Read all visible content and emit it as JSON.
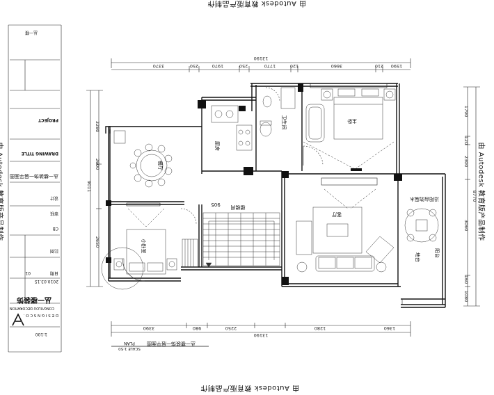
{
  "watermark": {
    "top": "由 Autodesk 教育版产品制作",
    "bottom": "由 Autodesk 教育版产品制作",
    "left": "由 Autodesk 教育版产品制作",
    "right": "由 Autodesk 教育版产品制作"
  },
  "title_block": {
    "project_label": "PROJECT",
    "drawing_title_label": "DRAWING TITLE",
    "drawing_title": "丛一楼装饰一层平面图",
    "field_1": "设计",
    "field_2": "审核",
    "field_3": "CB",
    "field_4": "比例",
    "field_5": "日期",
    "date": "2010.03.15",
    "sheet": "01",
    "company_cn": "丛一楼装饰",
    "company_en": "CONGYILOU DECORATION",
    "company_sub": "D E S I G N S  C O .",
    "scale_note": "1:100",
    "sign": "丛一楼"
  },
  "plan_title": {
    "title": "丛一楼装饰一层平面图",
    "label": "PLAN",
    "scale": "SCALE 1:50"
  },
  "dims_top": {
    "total": "13190",
    "segments": [
      "3370",
      "250",
      "1970",
      "250",
      "1770",
      "120",
      "3660",
      "210",
      "1590"
    ]
  },
  "dims_bottom": {
    "total": "13190",
    "segments": [
      "3390",
      "980",
      "2250",
      "1280",
      "1360"
    ]
  },
  "dims_left": {
    "total": "9011",
    "segments": [
      "3280",
      "2600",
      "2650"
    ]
  },
  "dims_right": {
    "total": "8770",
    "segments": [
      "1790",
      "120",
      "2300",
      "3060",
      "160",
      "1080"
    ]
  },
  "rooms": {
    "master_bedroom": "主卧",
    "bathroom": "卫生间",
    "kitchen": "厨房",
    "dining": "餐厅",
    "living": "客厅",
    "small_bedroom": "小卧室",
    "stair": "楼梯间",
    "stair_dim": "905",
    "balcony": "阳台",
    "balcony_note": "沿阳台防腐木",
    "balcony_sub": "地台"
  }
}
